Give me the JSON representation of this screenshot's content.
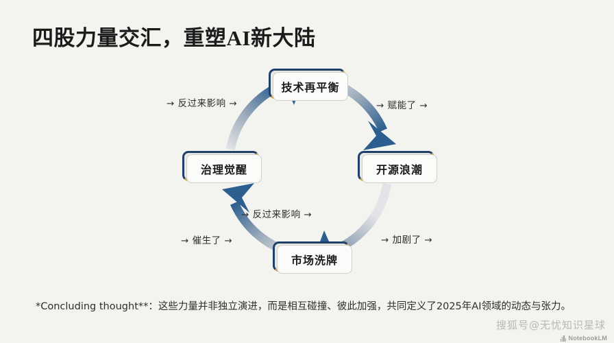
{
  "slide": {
    "title": "四股力量交汇，重塑AI新大陆",
    "background_color": "#f3f3ef",
    "accent_colors": {
      "node_border_dark": "#1f4068",
      "node_border_gold": "#c9a45a",
      "arrow_dark": "#2c5e8f",
      "arrow_light": "#d8dade"
    }
  },
  "diagram": {
    "type": "cycle",
    "direction": "clockwise",
    "nodes": [
      {
        "id": "top",
        "label": "技术再平衡",
        "position": "top"
      },
      {
        "id": "right",
        "label": "开源浪潮",
        "position": "right"
      },
      {
        "id": "bottom",
        "label": "市场洗牌",
        "position": "bottom"
      },
      {
        "id": "left",
        "label": "治理觉醒",
        "position": "left"
      }
    ],
    "edges": [
      {
        "id": "tr",
        "from": "技术再平衡",
        "to": "开源浪潮",
        "label": "→ 赋能了 →"
      },
      {
        "id": "br",
        "from": "开源浪潮",
        "to": "市场洗牌",
        "label": "→ 加剧了 →"
      },
      {
        "id": "bl",
        "from": "市场洗牌",
        "to": "治理觉醒",
        "label": "→ 催生了 →"
      },
      {
        "id": "tl",
        "from": "治理觉醒",
        "to": "技术再平衡",
        "label": "→ 反过来影响 →"
      },
      {
        "id": "mid",
        "from": "市场洗牌",
        "to": "治理觉醒",
        "label": "→ 反过来影响 →"
      }
    ]
  },
  "footer": {
    "note": "*Concluding thought**：这些力量并非独立演进，而是相互碰撞、彼此加强，共同定义了2025年AI领域的动态与张力。"
  },
  "watermark": {
    "text": "搜狐号@无忧知识星球",
    "badge": "NotebookLM"
  }
}
